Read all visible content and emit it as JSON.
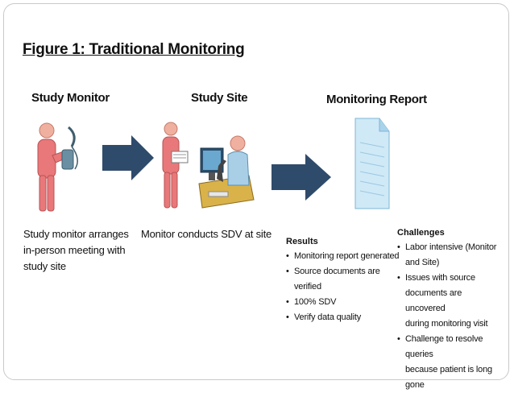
{
  "figure": {
    "title": "Figure 1: Traditional Monitoring"
  },
  "columns": [
    {
      "heading": "Study Monitor",
      "caption_lines": [
        "Study monitor arranges",
        "in-person meeting with",
        "study site"
      ]
    },
    {
      "heading": "Study Site",
      "caption_lines": [
        "Monitor conducts SDV at site"
      ]
    },
    {
      "heading": "Monitoring Report"
    }
  ],
  "results": {
    "title": "Results",
    "items": [
      "Monitoring report generated",
      "Source documents are verified",
      "100% SDV",
      "Verify data quality"
    ]
  },
  "challenges": {
    "title": "Challenges",
    "items": [
      [
        "Labor intensive (Monitor",
        "and Site)"
      ],
      [
        "Issues with source",
        "documents are uncovered",
        "during monitoring visit"
      ],
      [
        "Challenge to resolve queries",
        "because patient is long gone"
      ]
    ]
  },
  "colors": {
    "arrow": "#2f4b6b",
    "person_body": "#e8787a",
    "person_head": "#f0b0a0",
    "document": "#cfe9f7"
  }
}
